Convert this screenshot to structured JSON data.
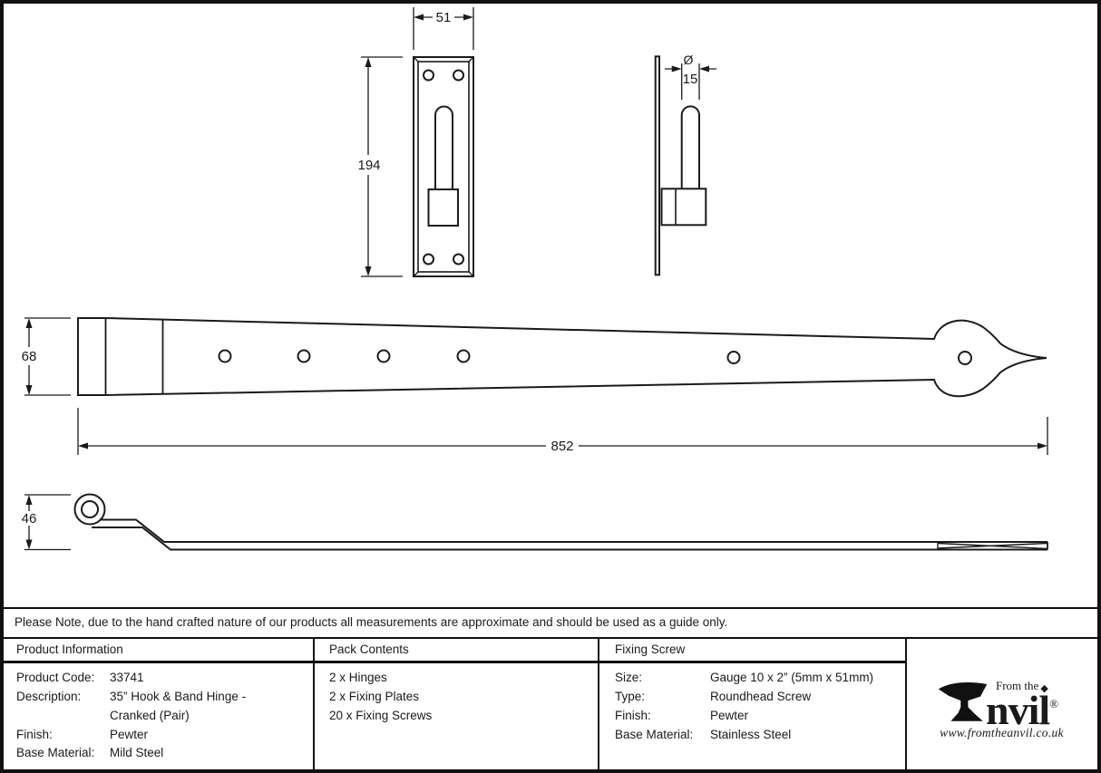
{
  "sheet": {
    "note": "Please Note, due to the hand crafted nature of our products all measurements are approximate and should be used as a guide only."
  },
  "dimensions": {
    "plate_width": "51",
    "plate_height": "194",
    "pin_diameter_symbol": "Ø",
    "pin_diameter": "15",
    "band_height": "68",
    "band_length": "852",
    "crank_height": "46"
  },
  "table": {
    "product_information": {
      "title": "Product Information",
      "rows": [
        {
          "label": "Product Code:",
          "value": "33741"
        },
        {
          "label": "Description:",
          "value": "35” Hook & Band Hinge -"
        },
        {
          "label": "",
          "value": "Cranked (Pair)"
        },
        {
          "label": "Finish:",
          "value": "Pewter"
        },
        {
          "label": "Base Material:",
          "value": "Mild Steel"
        }
      ]
    },
    "pack_contents": {
      "title": "Pack Contents",
      "items": [
        "2 x Hinges",
        "2 x Fixing Plates",
        "20 x Fixing Screws"
      ]
    },
    "fixing_screw": {
      "title": "Fixing Screw",
      "rows": [
        {
          "label": "Size:",
          "value": "Gauge 10 x 2” (5mm x 51mm)"
        },
        {
          "label": "Type:",
          "value": "Roundhead Screw"
        },
        {
          "label": "Finish:",
          "value": "Pewter"
        },
        {
          "label": "Base Material:",
          "value": "Stainless Steel"
        }
      ]
    }
  },
  "logo": {
    "from_the": "From the",
    "diamond": "◆",
    "name_rest": "nvil",
    "registered": "®",
    "url": "www.fromtheanvil.co.uk"
  }
}
